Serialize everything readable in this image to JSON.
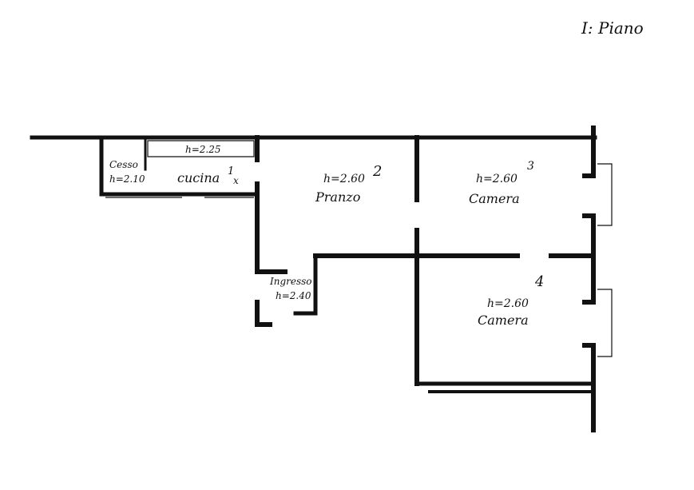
{
  "title": "I: Piano",
  "rooms": [
    {
      "name": "Cesso",
      "height": "h=2.10"
    },
    {
      "name": "cucina",
      "number": "1",
      "number_suffix": "x",
      "height": "h=2.25"
    },
    {
      "name": "Pranzo",
      "number": "2",
      "height": "h=2.60"
    },
    {
      "name": "Camera",
      "number": "3",
      "height": "h=2.60"
    },
    {
      "name": "Camera",
      "number": "4",
      "height": "h=2.60"
    },
    {
      "name": "Ingresso",
      "height": "h=2.40"
    }
  ],
  "colors": {
    "ink": "#111111",
    "paper": "#ffffff"
  }
}
